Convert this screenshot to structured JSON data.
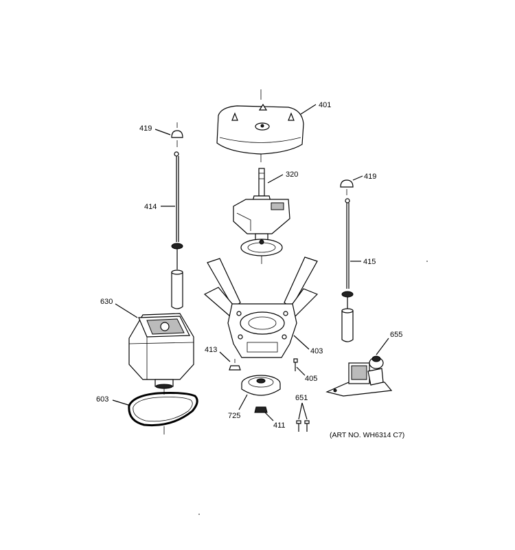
{
  "art_number": "(ART NO. WH6314 C7)",
  "parts": {
    "p401": "401",
    "p419a": "419",
    "p419b": "419",
    "p320": "320",
    "p414": "414",
    "p415": "415",
    "p630": "630",
    "p403": "403",
    "p655": "655",
    "p413": "413",
    "p405": "405",
    "p603": "603",
    "p725": "725",
    "p411": "411",
    "p651": "651"
  }
}
